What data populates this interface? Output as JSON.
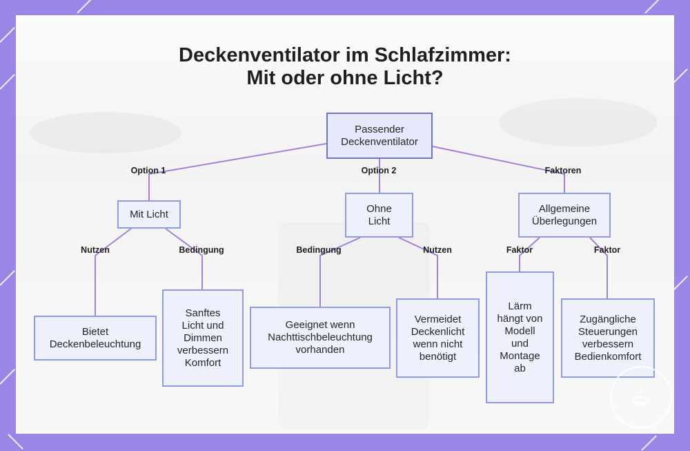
{
  "title": {
    "line1": "Deckenventilator im Schlafzimmer:",
    "line2": "Mit oder ohne Licht?"
  },
  "colors": {
    "frame": "#9b86e8",
    "node_fill": "#eef0fb",
    "node_border": "#8f9ae0",
    "edge": "#a47fd8"
  },
  "diagram": {
    "nodes": {
      "root": "Passender\nDeckenventilator",
      "mit_licht": "Mit Licht",
      "ohne_licht": "Ohne\nLicht",
      "allgemein": "Allgemeine\nÜberlegungen",
      "bietet": "Bietet\nDeckenbeleuchtung",
      "sanftes": "Sanftes\nLicht und\nDimmen\nverbessern\nKomfort",
      "geeignet": "Geeignet wenn\nNachttischbeleuchtung\nvorhanden",
      "vermeidet": "Vermeidet\nDeckenlicht\nwenn nicht\nbenötigt",
      "laerm": "Lärm\nhängt von\nModell\nund\nMontage\nab",
      "zugaenglich": "Zugängliche\nSteuerungen\nverbessern\nBedienkomfort"
    },
    "edge_labels": {
      "option1": "Option 1",
      "option2": "Option 2",
      "faktoren": "Faktoren",
      "nutzen_mit": "Nutzen",
      "bedingung_mit": "Bedingung",
      "bedingung_ohne": "Bedingung",
      "nutzen_ohne": "Nutzen",
      "faktor_1": "Faktor",
      "faktor_2": "Faktor"
    }
  }
}
